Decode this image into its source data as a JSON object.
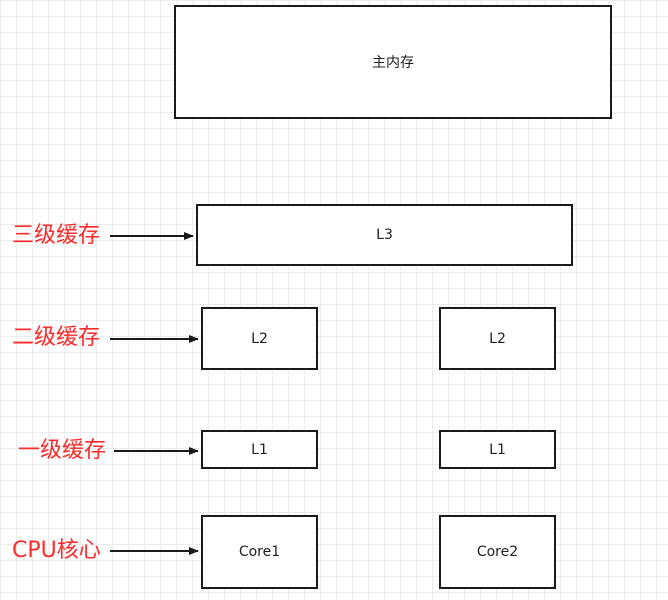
{
  "boxes": {
    "main_memory": "主内存",
    "l3": "L3",
    "l2_left": "L2",
    "l2_right": "L2",
    "l1_left": "L1",
    "l1_right": "L1",
    "core1": "Core1",
    "core2": "Core2"
  },
  "labels": {
    "l3": "三级缓存",
    "l2": "二级缓存",
    "l1": "一级缓存",
    "cpu": "CPU核心"
  },
  "colors": {
    "label_text": "#ff2a2a",
    "box_border": "#1a1a1a",
    "arrow": "#1a1a1a",
    "grid": "#ececec"
  }
}
